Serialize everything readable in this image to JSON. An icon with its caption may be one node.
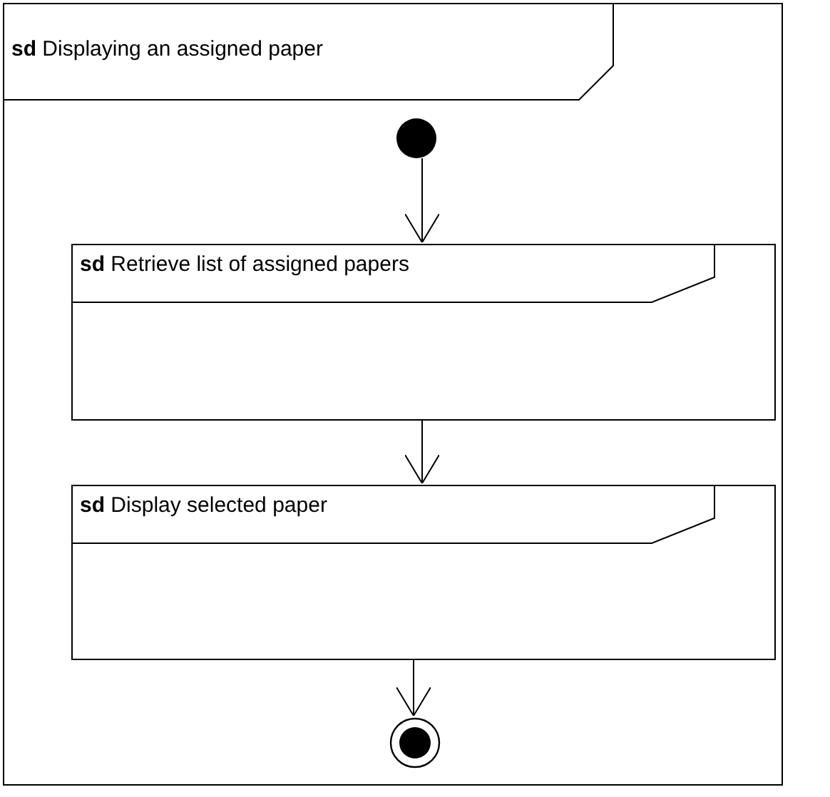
{
  "diagram": {
    "nodes": [
      {
        "text": [
          "**sd** Displaying an assigned paper"
        ]
      },
      {
        "text": [],
        "shape": "circle",
        "in": 0
      },
      {
        "text": [
          "**sd** Retrieve list of assigned papers"
        ],
        "in": 0
      },
      {
        "text": [
          "**sd** Display selected paper"
        ],
        "in": 0
      },
      {
        "text": [],
        "shape": "bullseye",
        "in": 0
      }
    ],
    "edges": [
      {
        "from": 1,
        "to": 2,
        "arrow": "to"
      },
      {
        "from": 2,
        "to": 3,
        "arrow": "to"
      },
      {
        "from": 3,
        "to": 4,
        "arrow": "to"
      }
    ]
  }
}
